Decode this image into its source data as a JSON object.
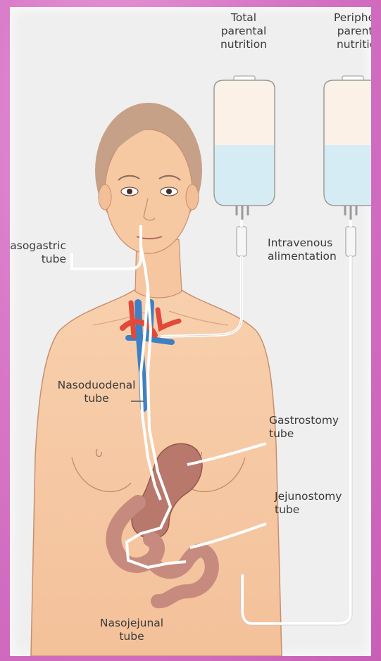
{
  "labels": {
    "tpn": "Total\nparental\nnutrition",
    "ppn": "Periphera\nparental\nnutrition",
    "nasogastric": "asogastric\ntube",
    "intravenous": "Intravenous\nalimentation",
    "nasoduodenal": "Nasoduodenal\ntube",
    "gastrostomy": "Gastrostomy\ntube",
    "jejunostomy": "Jejunostomy\ntube",
    "nasojejunal": "Nasojejunal\ntube"
  },
  "colors": {
    "frame_border": "#d878c8",
    "background": "#efefef",
    "skin": "#f6c9a3",
    "hair": "#c9a58a",
    "bag_fluid": "#d6ecf4",
    "bag_empty": "#fbf1e6",
    "stomach": "#b9786c",
    "intestine": "#c78a7e",
    "artery": "#e14a3a",
    "vein": "#3f7fc4",
    "tube": "#ffffff"
  }
}
